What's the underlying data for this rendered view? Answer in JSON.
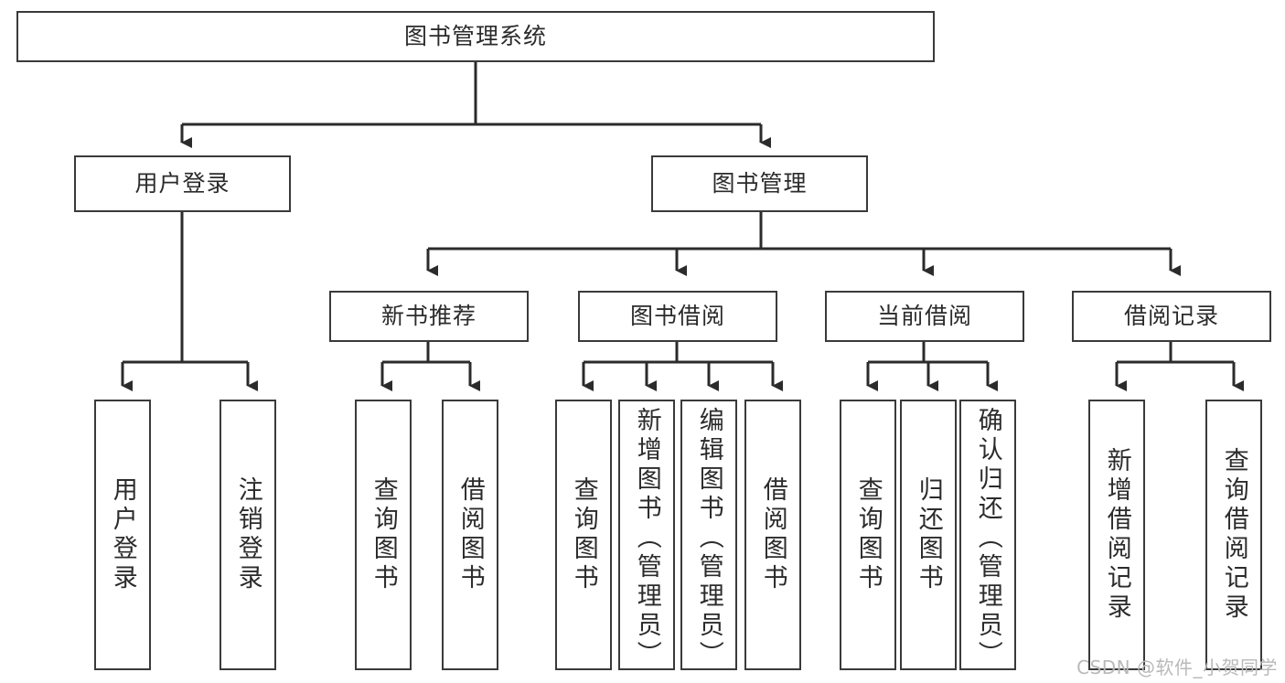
{
  "diagram": {
    "title": "图书管理系统",
    "type": "tree",
    "watermark": "CSDN @软件_小贺同学",
    "colors": {
      "box_border": "#3a3a3a",
      "box_fill": "#ffffff",
      "line": "#2b2b2b",
      "text": "#2b2b2b",
      "watermark": "#b9b9b9",
      "background": "#ffffff"
    },
    "root": {
      "label": "图书管理系统"
    },
    "level2": [
      {
        "label": "用户登录"
      },
      {
        "label": "图书管理"
      }
    ],
    "level3": [
      {
        "label": "新书推荐"
      },
      {
        "label": "图书借阅"
      },
      {
        "label": "当前借阅"
      },
      {
        "label": "借阅记录"
      }
    ],
    "leaves": {
      "user_login": [
        {
          "label": "用户登录"
        },
        {
          "label": "注销登录"
        }
      ],
      "new_book_recommend": [
        {
          "label": "查询图书"
        },
        {
          "label": "借阅图书"
        }
      ],
      "book_borrow": [
        {
          "label": "查询图书"
        },
        {
          "label": "新增图书（管理员）"
        },
        {
          "label": "编辑图书（管理员）"
        },
        {
          "label": "借阅图书"
        }
      ],
      "current_borrow": [
        {
          "label": "查询图书"
        },
        {
          "label": "归还图书"
        },
        {
          "label": "确认归还（管理员）"
        }
      ],
      "borrow_record": [
        {
          "label": "新增借阅记录"
        },
        {
          "label": "查询借阅记录"
        }
      ]
    }
  }
}
